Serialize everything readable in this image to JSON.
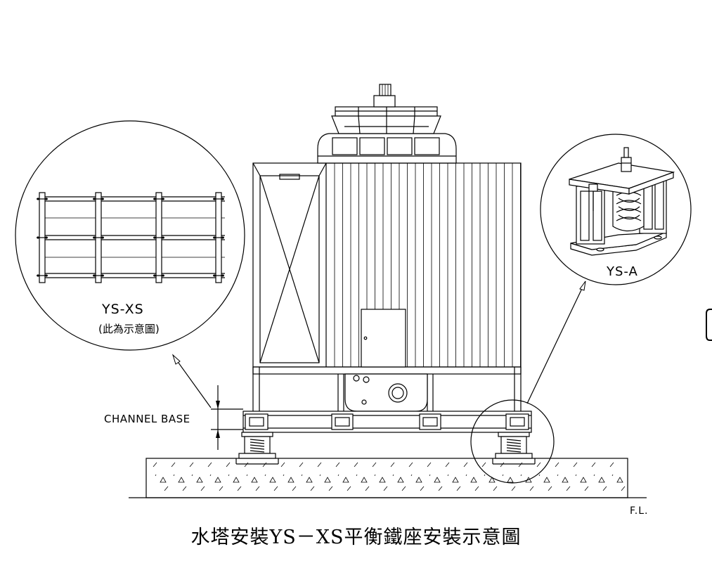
{
  "labels": {
    "frame_model": "YS-XS",
    "frame_note": "(此為示意圖)",
    "mount_model": "YS-A",
    "channel_base": "CHANNEL BASE",
    "floor_level": "F.L."
  },
  "caption": "水塔安裝YS－XS平衡鐵座安裝示意圖"
}
